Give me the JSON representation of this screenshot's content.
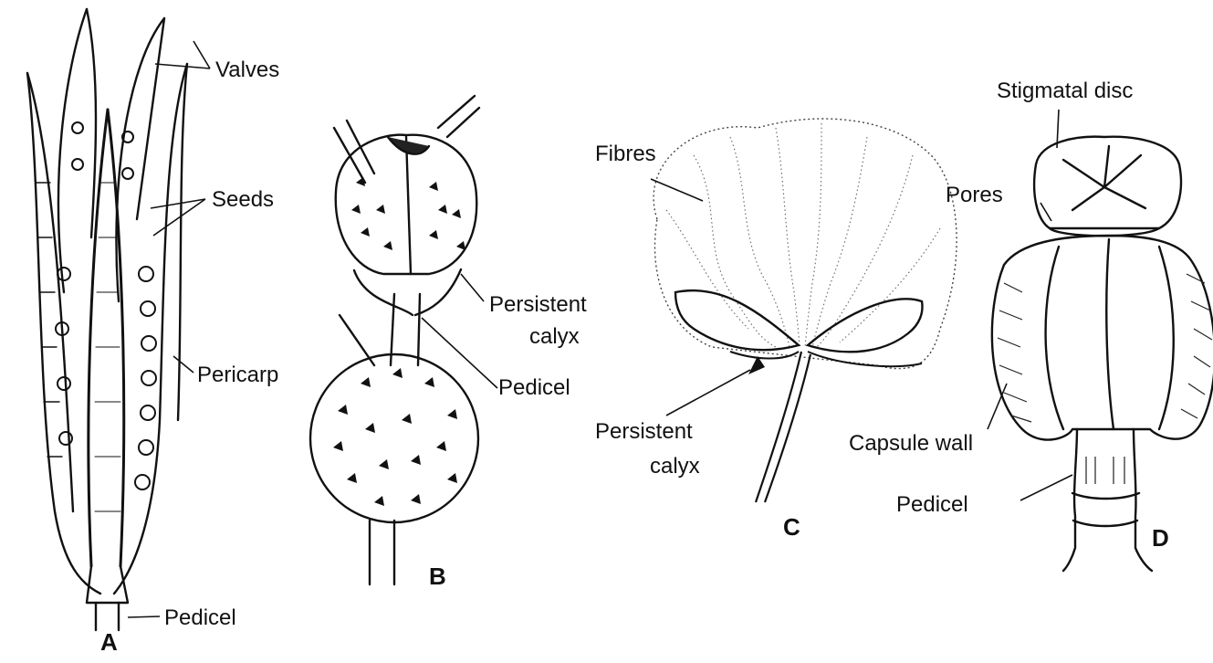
{
  "figures": {
    "a": {
      "letter": "A",
      "labels": {
        "valves": "Valves",
        "seeds": "Seeds",
        "pericarp": "Pericarp",
        "pedicel": "Pedicel"
      }
    },
    "b": {
      "letter": "B",
      "labels": {
        "persistent_calyx_line1": "Persistent",
        "persistent_calyx_line2": "calyx",
        "pedicel": "Pedicel"
      }
    },
    "c": {
      "letter": "C",
      "labels": {
        "fibres": "Fibres",
        "persistent_calyx_line1": "Persistent",
        "persistent_calyx_line2": "calyx"
      }
    },
    "d": {
      "letter": "D",
      "labels": {
        "stigmatal_disc": "Stigmatal disc",
        "pores": "Pores",
        "capsule_wall": "Capsule wall",
        "pedicel": "Pedicel"
      }
    }
  }
}
